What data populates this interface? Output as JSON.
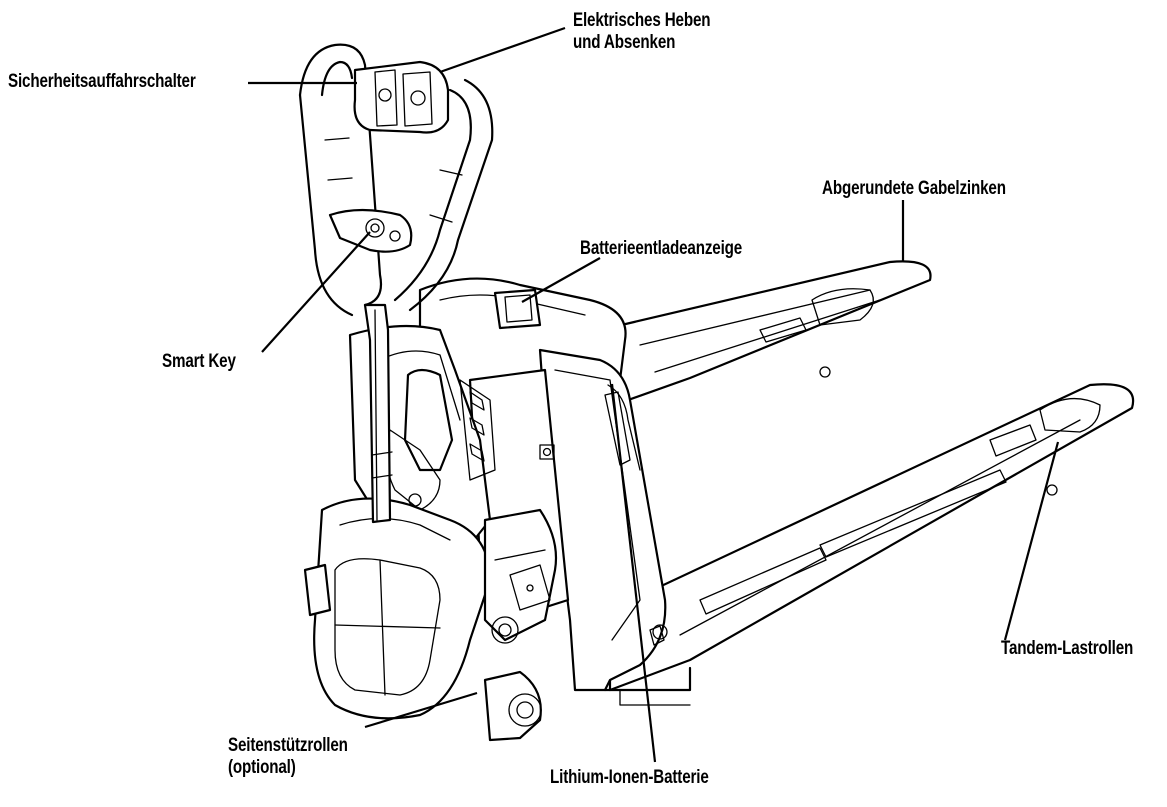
{
  "diagram": {
    "labels": {
      "safety_switch": "Sicherheitsauffahrschalter",
      "electric_lift_line1": "Elektrisches Heben",
      "electric_lift_line2": "und Absenken",
      "rounded_forks": "Abgerundete Gabelzinken",
      "battery_indicator": "Batterieentladeanzeige",
      "smart_key": "Smart Key",
      "tandem_rollers": "Tandem-Lastrollen",
      "side_rollers_line1": "Seitenstützrollen",
      "side_rollers_line2": "(optional)",
      "lithium_battery": "Lithium-Ionen-Batterie"
    }
  }
}
